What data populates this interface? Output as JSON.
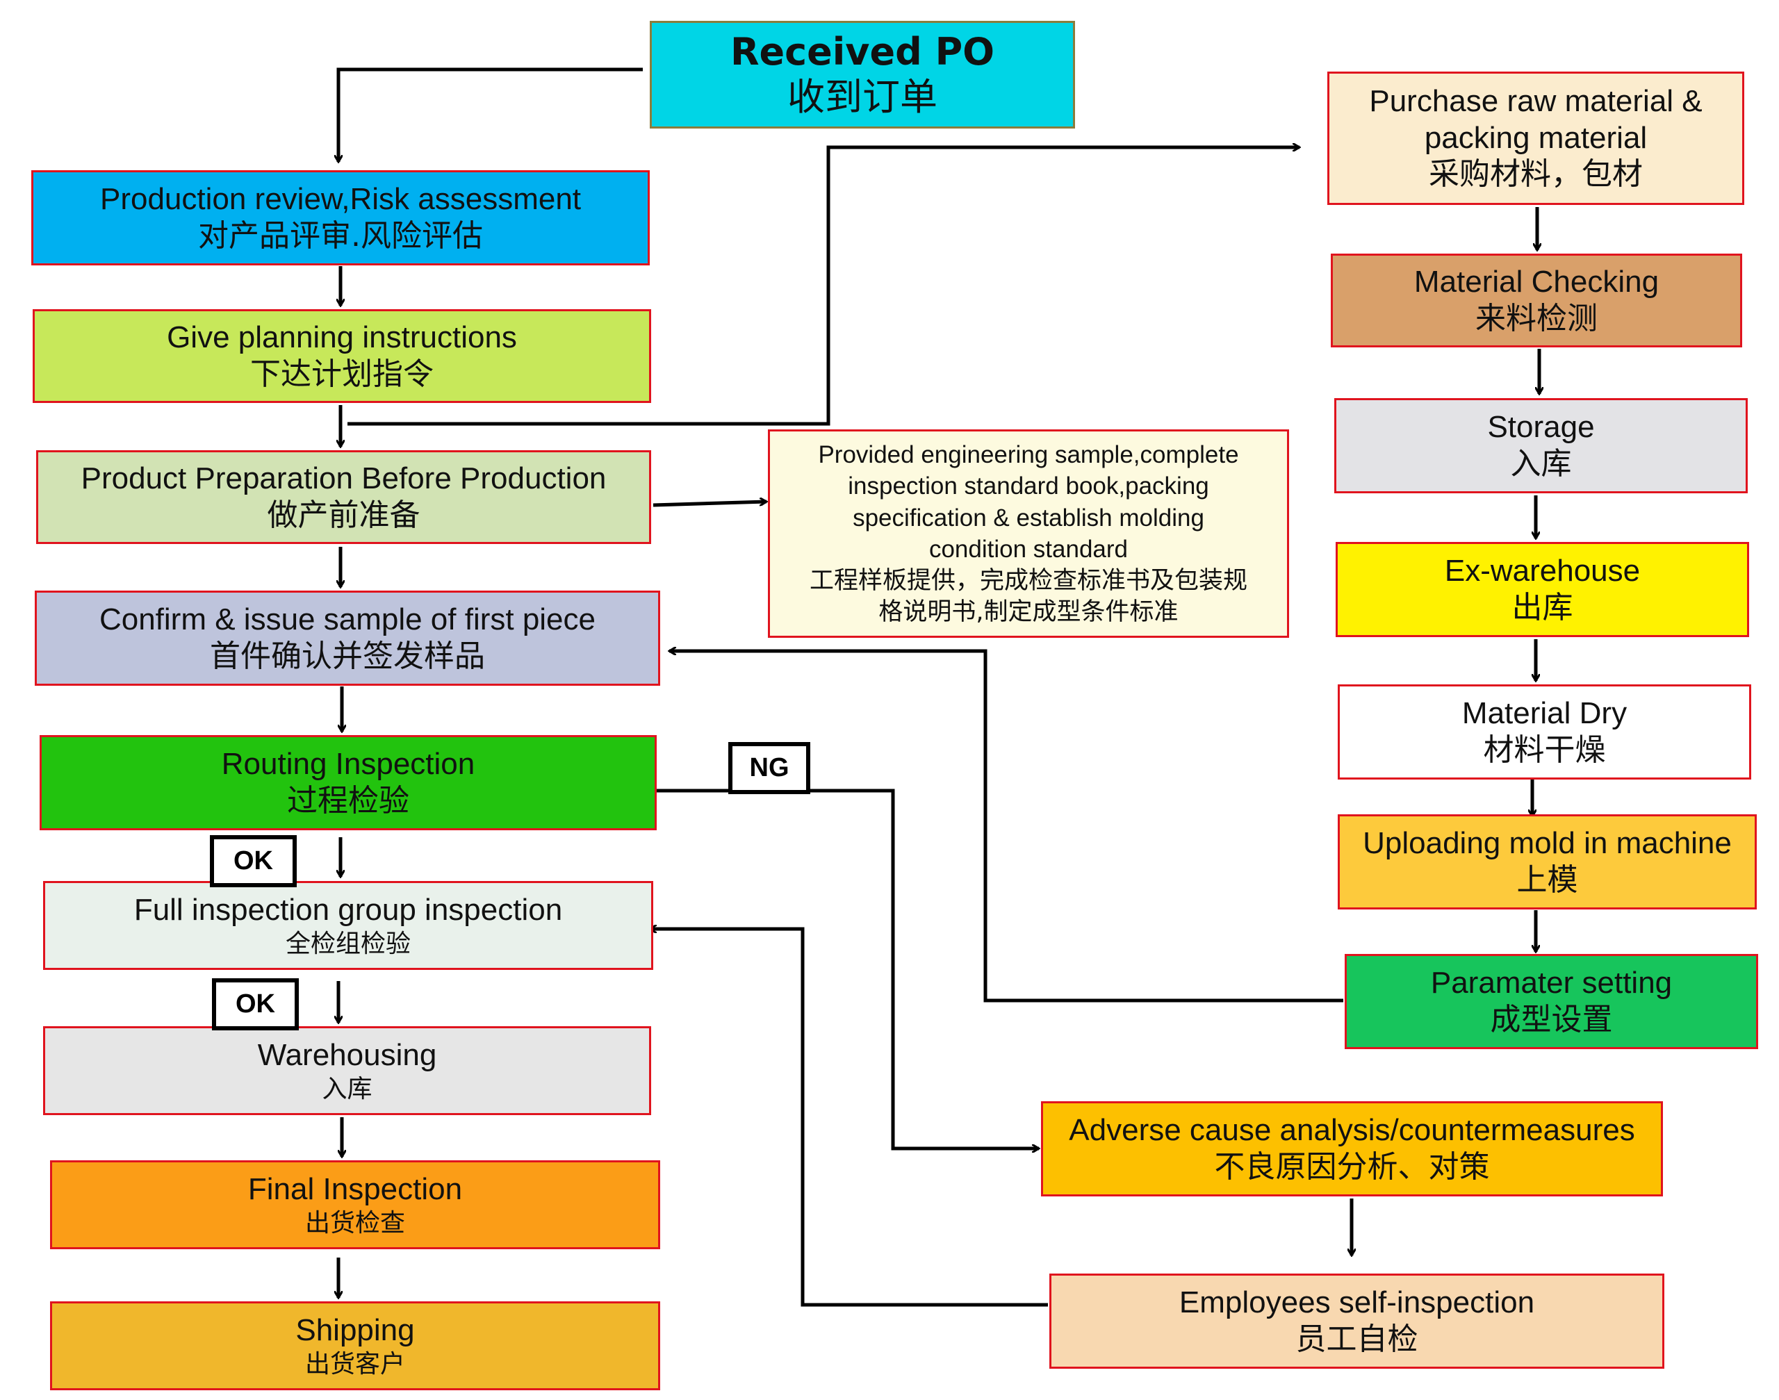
{
  "nodes": {
    "received_po": {
      "en": "Received PO",
      "zh": "收到订单",
      "color": "#00d5e6"
    },
    "production_review": {
      "en": "Production review,Risk assessment",
      "zh": "对产品评审.风险评估",
      "color": "#00b0f0"
    },
    "planning": {
      "en": "Give planning instructions",
      "zh": "下达计划指令",
      "color": "#c7e85a"
    },
    "preparation": {
      "en": "Product Preparation Before Production",
      "zh": "做产前准备",
      "color": "#d2e3b4"
    },
    "engineering_note": {
      "en_lines": [
        "Provided engineering sample,complete",
        "inspection standard book,packing",
        "specification & establish molding",
        "condition standard"
      ],
      "zh_lines": [
        "工程样板提供，完成检查标准书及包装规",
        "格说明书,制定成型条件标准"
      ],
      "color": "#fdfadf"
    },
    "first_piece": {
      "en": "Confirm & issue sample of first piece",
      "zh": "首件确认并签发样品",
      "color": "#bec4dc"
    },
    "routing": {
      "en": "Routing Inspection",
      "zh": "过程检验",
      "color": "#22c30e"
    },
    "full_inspection": {
      "en": "Full inspection group inspection",
      "zh": "全检组检验",
      "color": "#e9f1eb"
    },
    "warehousing": {
      "en": "Warehousing",
      "zh": "入库",
      "color": "#e6e6e6"
    },
    "final_inspection": {
      "en": "Final Inspection",
      "zh": "出货检查",
      "color": "#fb9d17"
    },
    "shipping": {
      "en": "Shipping",
      "zh": "出货客户",
      "color": "#f0b72c"
    },
    "purchase": {
      "en_lines": [
        "Purchase raw material &",
        "packing material"
      ],
      "zh": "采购材料，包材",
      "color": "#fbecce"
    },
    "material_checking": {
      "en": "Material Checking",
      "zh": "来料检测",
      "color": "#d9a06a"
    },
    "storage": {
      "en": "Storage",
      "zh": "入库",
      "color": "#e3e3e6"
    },
    "ex_warehouse": {
      "en": "Ex-warehouse",
      "zh": "出库",
      "color": "#fff200"
    },
    "material_dry": {
      "en": "Material Dry",
      "zh": "材料干燥",
      "color": "#ffffff"
    },
    "uploading_mold": {
      "en": "Uploading mold in machine",
      "zh": "上模",
      "color": "#fdca3c"
    },
    "parameter_setting": {
      "en": "Paramater setting",
      "zh": "成型设置",
      "color": "#17c55c"
    },
    "adverse_cause": {
      "en": "Adverse cause analysis/countermeasures",
      "zh": "不良原因分析、对策",
      "color": "#fdc000"
    },
    "self_inspection": {
      "en": "Employees self-inspection",
      "zh": "员工自检",
      "color": "#f8d8b0"
    }
  },
  "tags": {
    "ng": "NG",
    "ok1": "OK",
    "ok2": "OK"
  }
}
